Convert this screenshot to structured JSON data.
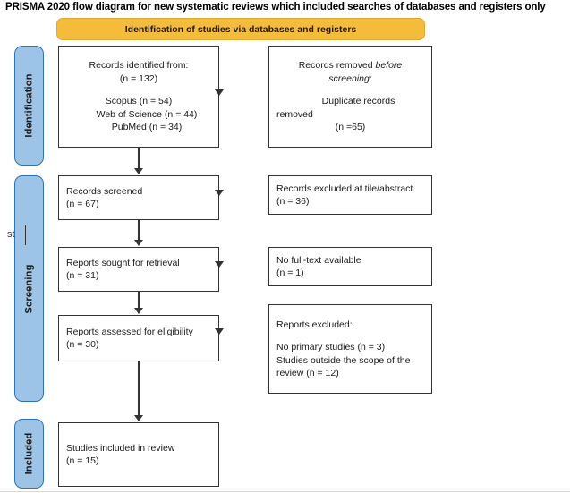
{
  "title": "PRISMA 2020 flow diagram for new systematic reviews which included searches of databases and registers only",
  "banner": {
    "label": "Identification of studies via databases and registers"
  },
  "stages": [
    {
      "name": "identification",
      "label": "Identification"
    },
    {
      "name": "screening",
      "label": "Screening"
    },
    {
      "name": "included",
      "label": "Included"
    }
  ],
  "artifact": {
    "stray_text": "st"
  },
  "boxes": {
    "records_identified": {
      "heading": "Records identified from:",
      "count": "(n = 132)",
      "sources": [
        "Scopus (n = 54)",
        "Web of Science (n = 44)",
        "PubMed (n = 34)"
      ]
    },
    "records_removed": {
      "heading_prefix": "Records removed ",
      "heading_italic": "before screening:",
      "detail": "Duplicate records",
      "detail_cont": "removed",
      "count": "(n =65)"
    },
    "records_screened": {
      "label": "Records screened",
      "count": "(n = 67)"
    },
    "records_excluded": {
      "label": "Records excluded at tile/abstract",
      "count": "(n = 36)"
    },
    "reports_sought": {
      "label": "Reports sought for retrieval",
      "count": "(n = 31)"
    },
    "no_full_text": {
      "label": "No full-text available",
      "count": "(n = 1)"
    },
    "reports_assessed": {
      "label": "Reports assessed for eligibility",
      "count": "(n = 30)"
    },
    "reports_excluded": {
      "heading": "Reports excluded:",
      "reasons": [
        "No primary studies (n = 3)",
        "Studies outside the scope of the",
        "review (n = 12)"
      ]
    },
    "studies_included": {
      "label": "Studies included in review",
      "count": "(n = 15)"
    }
  },
  "colors": {
    "banner": "#F5BC3C",
    "stage_fill": "#9DC3E6",
    "stage_border": "#2E75B6",
    "box_border": "#333333"
  }
}
